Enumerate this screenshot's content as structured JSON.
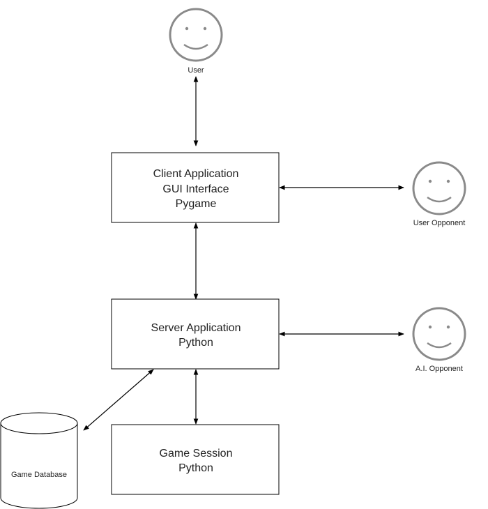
{
  "colors": {
    "line": "#000000",
    "box_border": "#000000",
    "box_fill": "#ffffff",
    "actor_stroke": "#8a8a8a",
    "text": "#222222"
  },
  "actors": {
    "user": {
      "label": "User",
      "icon": "smiley-icon"
    },
    "user_opponent": {
      "label": "User Opponent",
      "icon": "smiley-icon"
    },
    "ai_opponent": {
      "label": "A.I. Opponent",
      "icon": "smiley-icon"
    }
  },
  "boxes": {
    "client": {
      "lines": [
        "Client Application",
        "GUI Interface",
        "Pygame"
      ]
    },
    "server": {
      "lines": [
        "Server Application",
        "Python"
      ]
    },
    "session": {
      "lines": [
        "Game Session",
        "Python"
      ]
    }
  },
  "database": {
    "label": "Game Database",
    "icon": "database-cylinder-icon"
  },
  "connections": [
    {
      "from": "user",
      "to": "client",
      "direction": "both"
    },
    {
      "from": "client",
      "to": "user_opponent",
      "direction": "both"
    },
    {
      "from": "client",
      "to": "server",
      "direction": "both"
    },
    {
      "from": "server",
      "to": "ai_opponent",
      "direction": "both"
    },
    {
      "from": "server",
      "to": "session",
      "direction": "both"
    },
    {
      "from": "server",
      "to": "database",
      "direction": "both"
    }
  ]
}
